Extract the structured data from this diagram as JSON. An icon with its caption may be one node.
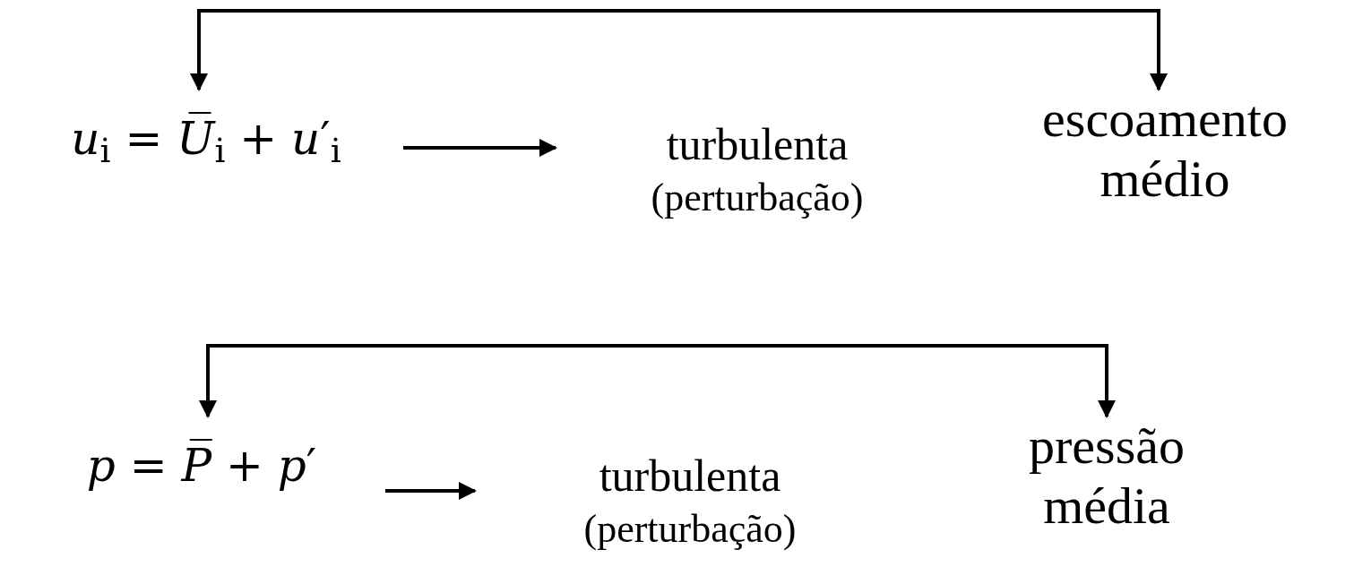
{
  "diagram": {
    "nodes": [
      {
        "text": [
          "*u*$_{i}$ = *U̅*$_{i}$ + *u*′$_{i}$"
        ]
      },
      {
        "text": [
          "turbulenta",
          "(perturbação)"
        ]
      },
      {
        "text": [
          "escoamento médio"
        ]
      },
      {
        "text": [
          "*p* = *P̅* + *p*′"
        ]
      },
      {
        "text": [
          "turbulenta",
          "(perturbação)"
        ]
      },
      {
        "text": [
          "pressão média"
        ]
      }
    ],
    "edges": [
      {
        "from": 2,
        "to": 0,
        "arrow": "both"
      },
      {
        "from": 0,
        "to": 1,
        "arrow": "to"
      },
      {
        "from": 5,
        "to": 3,
        "arrow": "both"
      },
      {
        "from": 3,
        "to": 4,
        "arrow": "to"
      }
    ]
  }
}
